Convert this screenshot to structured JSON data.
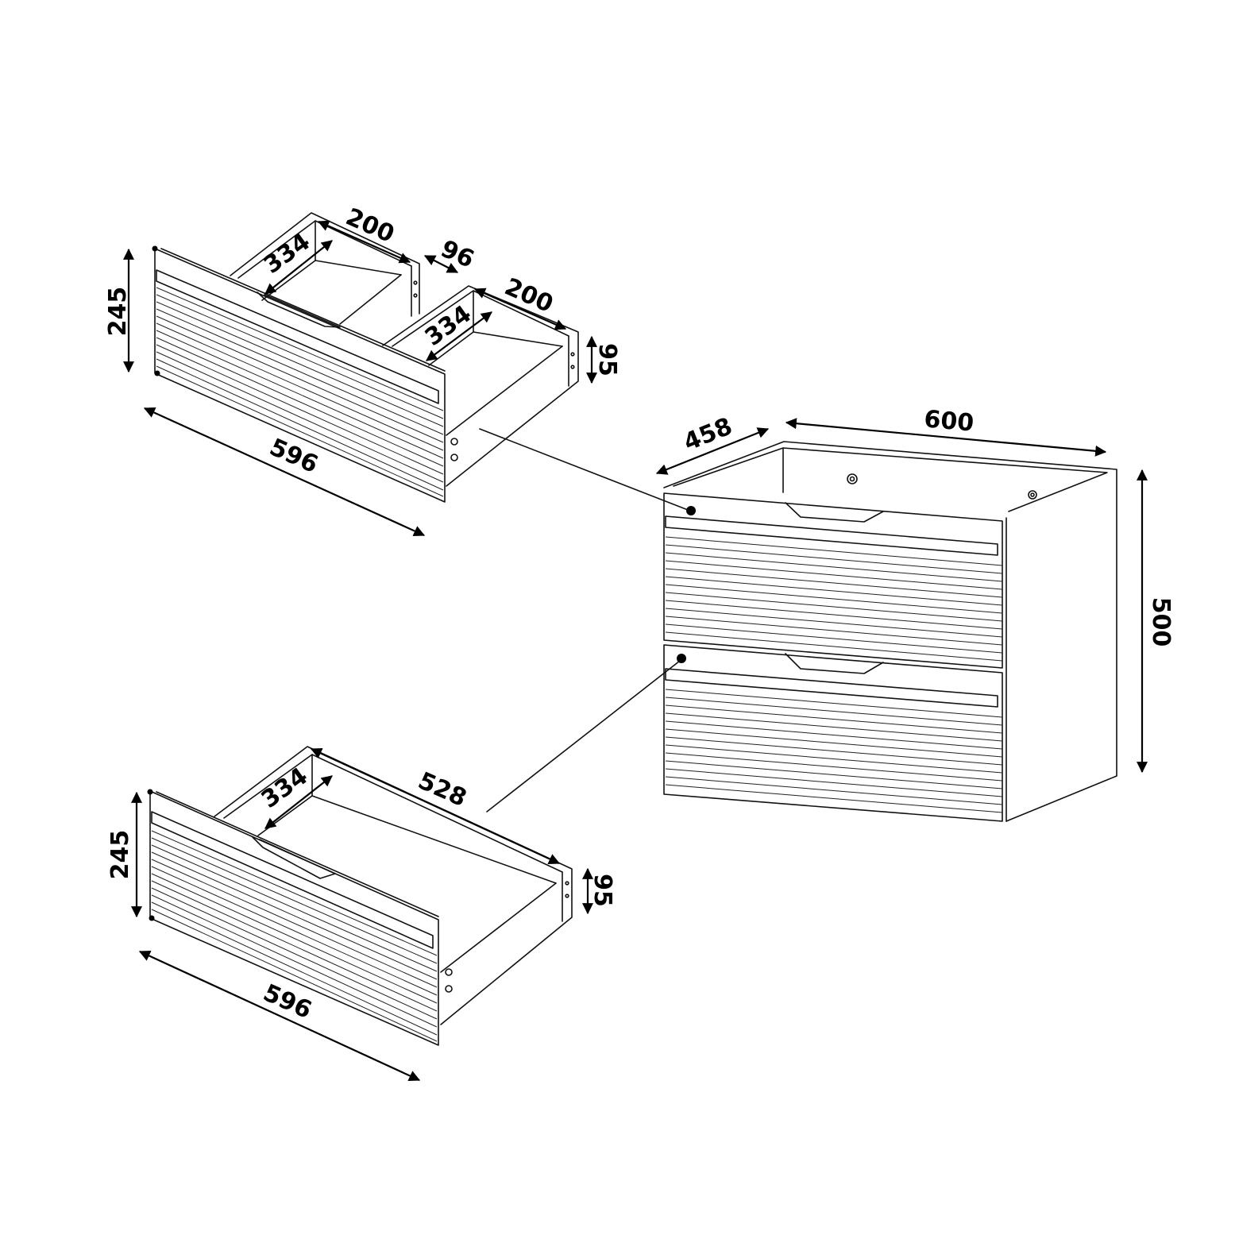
{
  "diagram": {
    "upper_drawer": {
      "height": "245",
      "width": "596",
      "compartment_left_width": "200",
      "compartment_left_depth": "334",
      "compartment_right_width": "200",
      "compartment_right_depth": "334",
      "compartment_gap": "96",
      "side_height": "95"
    },
    "lower_drawer": {
      "height": "245",
      "width": "596",
      "inner_length": "528",
      "inner_depth": "334",
      "side_height": "95"
    },
    "cabinet": {
      "width": "600",
      "depth": "458",
      "height": "500"
    }
  }
}
